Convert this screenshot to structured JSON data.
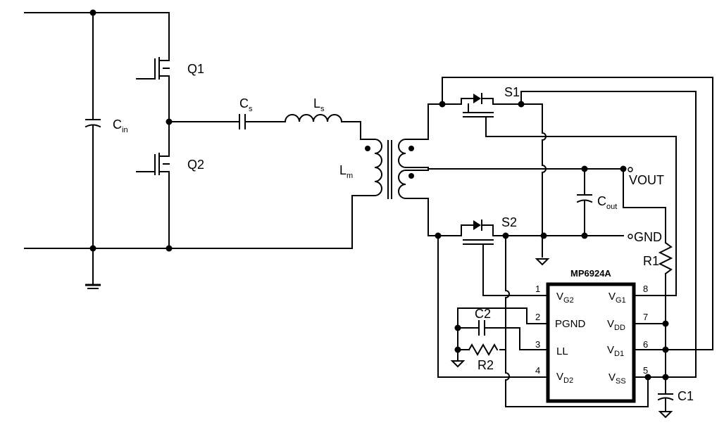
{
  "components": {
    "q1": "Q1",
    "q2": "Q2",
    "cin_main": "C",
    "cin_sub": "in",
    "cs_main": "C",
    "cs_sub": "s",
    "ls_main": "L",
    "ls_sub": "s",
    "lm_main": "L",
    "lm_sub": "m",
    "cout_main": "C",
    "cout_sub": "out",
    "s1": "S1",
    "s2": "S2",
    "r1": "R1",
    "r2": "R2",
    "c1": "C1",
    "c2": "C2",
    "vout": "VOUT",
    "gnd": "GND"
  },
  "chip": {
    "name": "MP6924A",
    "left_pins": [
      {
        "num": "1",
        "main": "V",
        "sub": "G2"
      },
      {
        "num": "2",
        "main": "PGND",
        "sub": ""
      },
      {
        "num": "3",
        "main": "LL",
        "sub": ""
      },
      {
        "num": "4",
        "main": "V",
        "sub": "D2"
      }
    ],
    "right_pins": [
      {
        "num": "8",
        "main": "V",
        "sub": "G1"
      },
      {
        "num": "7",
        "main": "V",
        "sub": "DD"
      },
      {
        "num": "6",
        "main": "V",
        "sub": "D1"
      },
      {
        "num": "5",
        "main": "V",
        "sub": "SS"
      }
    ]
  }
}
